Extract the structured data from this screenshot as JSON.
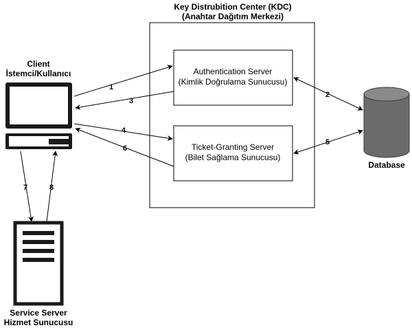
{
  "kdc": {
    "title_line1": "Key Distrubition Center (KDC)",
    "title_line2": "(Anahtar Dağıtım Merkezi)"
  },
  "client": {
    "label_line1": "Client",
    "label_line2": "İstemci/Kullanıcı",
    "icon": "computer-icon"
  },
  "auth_server": {
    "line1": "Authentication Server",
    "line2": "(Kimlik Doğrulama Sunucusu)"
  },
  "tgs": {
    "line1": "Ticket-Granting Server",
    "line2": "(Bilet Sağlama Sunucusu)"
  },
  "database": {
    "label": "Database",
    "icon": "database-icon",
    "color": "#6b6b6b"
  },
  "service_server": {
    "label_line1": "Service Server",
    "label_line2": "Hizmet Sunucusu",
    "icon": "server-icon"
  },
  "arrows": {
    "a1": "1",
    "a2": "2",
    "a3": "3",
    "a4": "4",
    "a5": "5",
    "a6": "6",
    "a7": "7",
    "a8": "8"
  },
  "colors": {
    "stroke": "#000000",
    "icon_dark": "#1a1a1a",
    "db_top": "#8a8a8a"
  }
}
